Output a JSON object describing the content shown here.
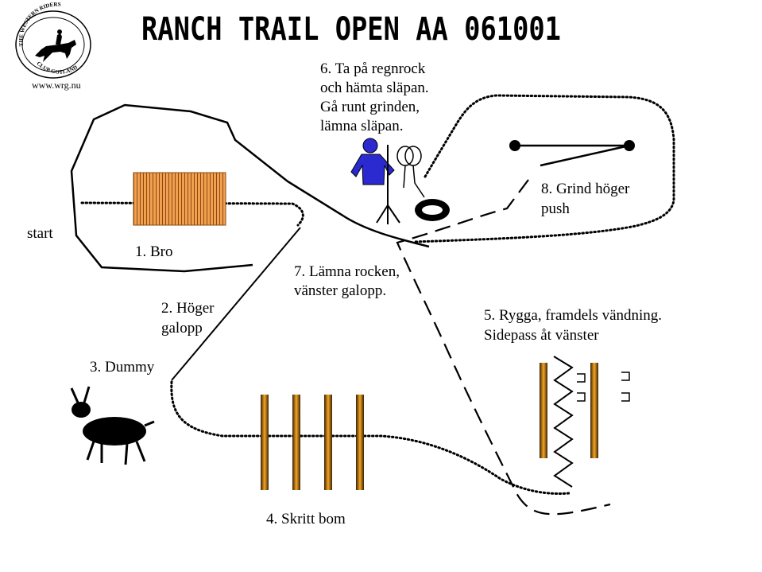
{
  "title": "RANCH TRAIL OPEN AA 061001",
  "logo": {
    "ring_text_top": "THE WESTERN RIDERS",
    "ring_text_bottom": "CLUB GOTLAND",
    "website": "www.wrg.nu"
  },
  "labels": {
    "start": "start",
    "bro": "1. Bro",
    "hoger_galopp_1": "2. Höger",
    "hoger_galopp_2": "galopp",
    "dummy": "3. Dummy",
    "skritt_bom": "4. Skritt bom",
    "rygga_1": "5. Rygga, framdels vändning.",
    "rygga_2": "Sidepass åt vänster",
    "regnrock_1": "6. Ta på regnrock",
    "regnrock_2": "och hämta släpan.",
    "regnrock_3": "Gå runt grinden,",
    "regnrock_4": "lämna släpan.",
    "lamna_rocken_1": "7. Lämna rocken,",
    "lamna_rocken_2": "vänster galopp.",
    "grind_1": "8. Grind höger",
    "grind_2": "push"
  },
  "colors": {
    "ink": "#000000",
    "bridge": "#f2a050",
    "pole_light": "#f5a623",
    "pole_dark": "#3a2205",
    "person": "#2a2ad0"
  }
}
